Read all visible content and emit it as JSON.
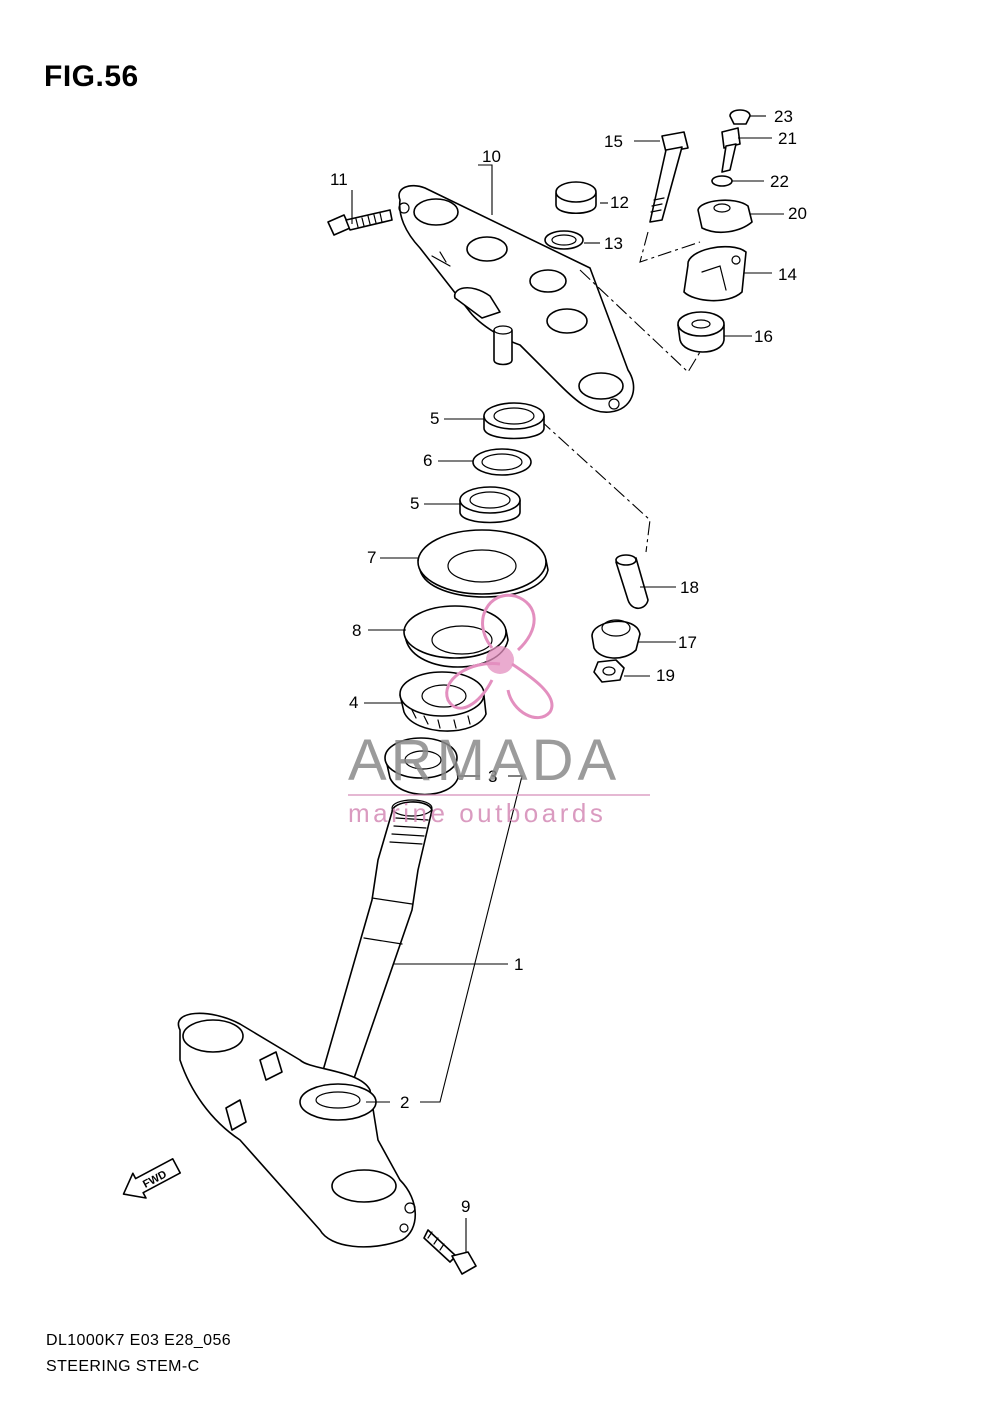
{
  "figure": {
    "title": "FIG.56",
    "model_code": "DL1000K7 E03 E28_056",
    "caption": "STEERING STEM-C"
  },
  "callouts": {
    "c1": "1",
    "c2": "2",
    "c3": "3",
    "c4": "4",
    "c5a": "5",
    "c5b": "5",
    "c6": "6",
    "c7": "7",
    "c8": "8",
    "c9": "9",
    "c10": "10",
    "c11": "11",
    "c12": "12",
    "c13": "13",
    "c14": "14",
    "c15": "15",
    "c16": "16",
    "c17": "17",
    "c18": "18",
    "c19": "19",
    "c20": "20",
    "c21": "21",
    "c22": "22",
    "c23": "23"
  },
  "direction_arrow": {
    "label": "FWD"
  },
  "watermark": {
    "brand": "ARMADA",
    "tagline": "marine outboards",
    "logo_color": "#e38fbf",
    "text_color": "#8a8a8a",
    "tagline_color": "#d48ab6"
  }
}
